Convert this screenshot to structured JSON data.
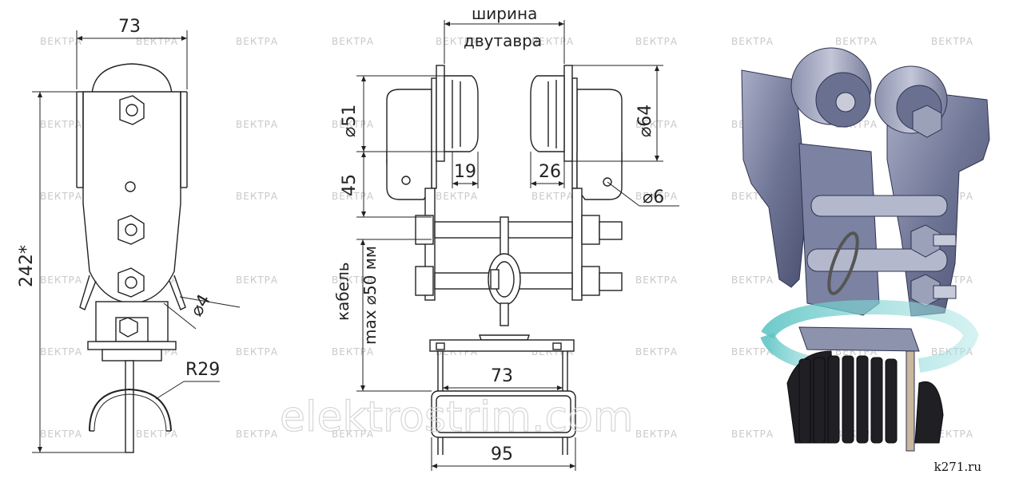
{
  "watermark_brand": "ВЕКТРА",
  "watermark_site": "elektrostrim.com",
  "credit": "k271.ru",
  "dimensions": {
    "side_width": "73",
    "overall_height": "242*",
    "hole_dia": "⌀4",
    "radius": "R29",
    "beam_width_line1": "ширина",
    "beam_width_line2": "двутавра",
    "roller_small_dia": "⌀51",
    "roller_large_dia": "⌀64",
    "flange_left": "19",
    "flange_right": "26",
    "bracket_height": "45",
    "pin_hole_dia": "⌀6",
    "cable_line1": "кабель",
    "cable_line2": "max ⌀50 мм",
    "saddle_inner": "73",
    "saddle_outer": "95"
  }
}
